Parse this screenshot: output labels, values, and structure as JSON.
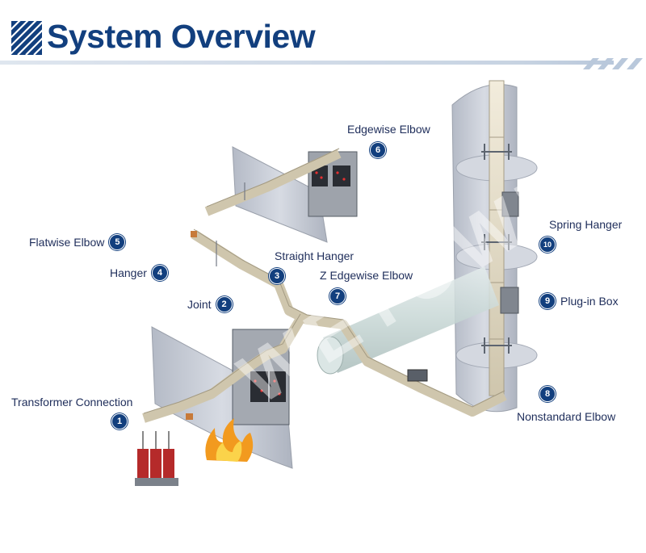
{
  "header": {
    "title": "System Overview"
  },
  "watermark": "WETOWN",
  "callouts": [
    {
      "num": "1",
      "label": "Transformer Connection"
    },
    {
      "num": "2",
      "label": "Joint"
    },
    {
      "num": "3",
      "label": "Straight Hanger"
    },
    {
      "num": "4",
      "label": "Hanger"
    },
    {
      "num": "5",
      "label": "Flatwise Elbow"
    },
    {
      "num": "6",
      "label": "Edgewise Elbow"
    },
    {
      "num": "7",
      "label": "Z Edgewise Elbow"
    },
    {
      "num": "8",
      "label": "Nonstandard Elbow"
    },
    {
      "num": "9",
      "label": "Plug-in Box"
    },
    {
      "num": "10",
      "label": "Spring Hanger"
    }
  ],
  "colors": {
    "title": "#123f7e",
    "badge": "#123f7e",
    "wall": "#c9ced8",
    "busway": "#e6dfcc"
  }
}
